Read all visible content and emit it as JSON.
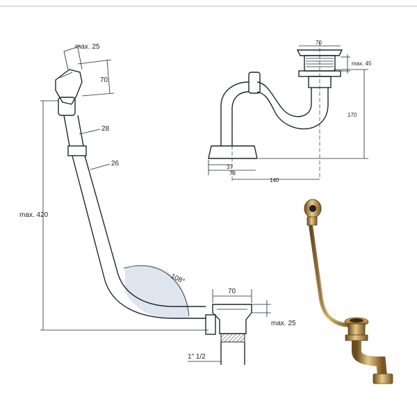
{
  "left_drawing": {
    "dims": {
      "max25_top": "max. 25",
      "d70_top": "70",
      "d28": "28",
      "d26": "26",
      "max420": "max. 420",
      "angle": "108°",
      "d70_bottom": "70",
      "max25_bottom": "max. 25",
      "thread": "1\" 1/2"
    }
  },
  "siphon_drawing": {
    "dims": {
      "d70": "70",
      "max45": "max. 45",
      "d170": "170",
      "d37": "37",
      "d78": "78",
      "d140": "140"
    }
  },
  "colors": {
    "line": "#1e2430",
    "arc_fill": "#dfe5ee",
    "brass_dark": "#6b4a1c",
    "brass_mid": "#b48a3f",
    "brass_light": "#e6c98a"
  }
}
